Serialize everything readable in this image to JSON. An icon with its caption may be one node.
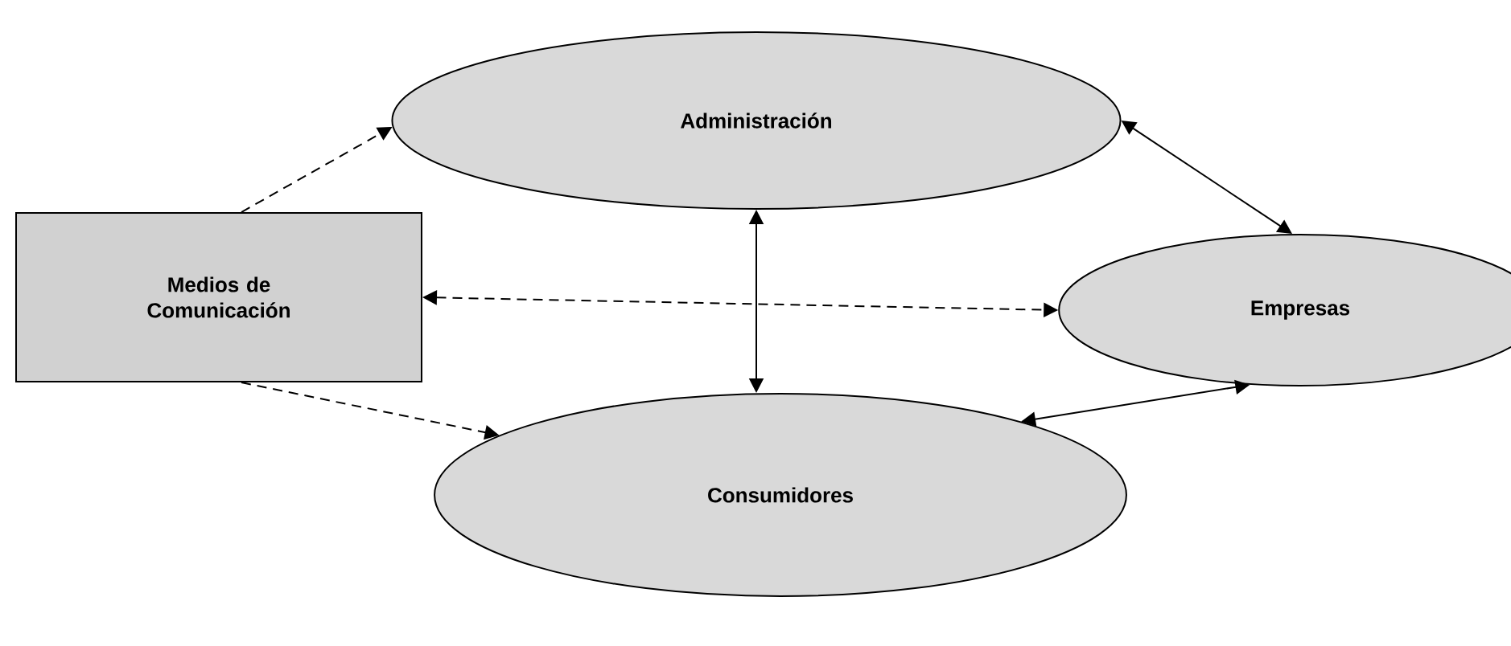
{
  "diagram": {
    "nodes": [
      {
        "text": [
          "Administración"
        ]
      },
      {
        "text": [
          "Medios de Comunicación"
        ]
      },
      {
        "text": [
          "Empresas"
        ]
      },
      {
        "text": [
          "Consumidores"
        ]
      }
    ],
    "edges": [
      {
        "from": 1,
        "to": 0,
        "arrow": "to",
        "style": "dashed"
      },
      {
        "from": 1,
        "to": 2,
        "arrow": "both",
        "style": "dashed"
      },
      {
        "from": 1,
        "to": 3,
        "arrow": "to",
        "style": "dashed"
      },
      {
        "from": 0,
        "to": 3,
        "arrow": "both"
      },
      {
        "from": 0,
        "to": 2,
        "arrow": "both"
      },
      {
        "from": 3,
        "to": 2,
        "arrow": "both"
      }
    ]
  }
}
